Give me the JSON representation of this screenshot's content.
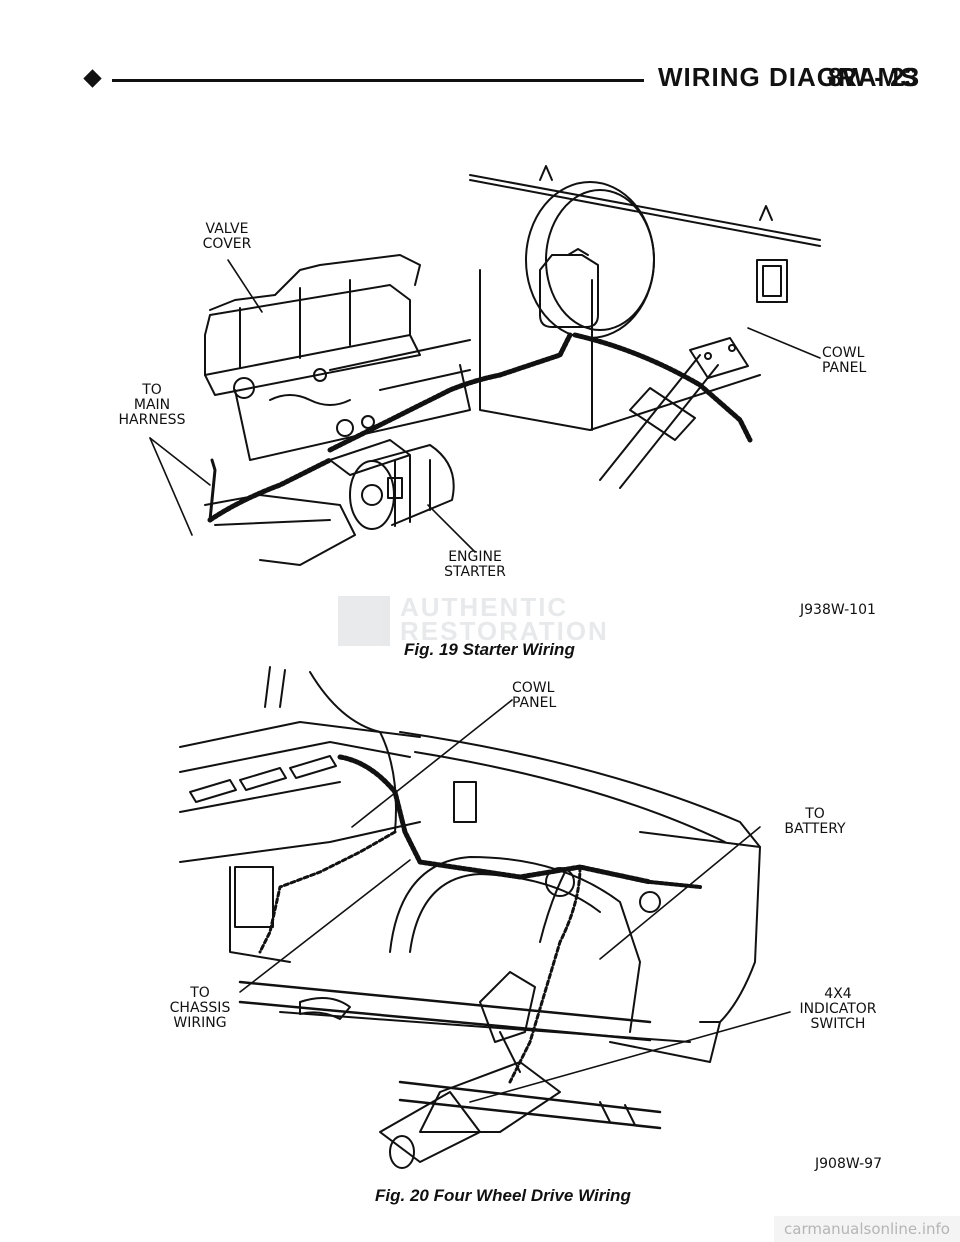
{
  "header": {
    "title": "WIRING DIAGRAMS",
    "section": "8W - 23"
  },
  "figure19": {
    "labels": {
      "valve_cover": "VALVE\nCOVER",
      "to_main_harness": "TO\nMAIN\nHARNESS",
      "cowl_panel": "COWL\nPANEL",
      "engine_starter": "ENGINE\nSTARTER"
    },
    "code": "J938W-101",
    "caption": "Fig. 19 Starter Wiring"
  },
  "figure20": {
    "labels": {
      "cowl_panel": "COWL\nPANEL",
      "to_battery": "TO\nBATTERY",
      "to_chassis_wiring": "TO\nCHASSIS\nWIRING",
      "indicator_switch": "4X4\nINDICATOR\nSWITCH"
    },
    "code": "J908W-97",
    "caption": "Fig. 20 Four Wheel Drive Wiring"
  },
  "watermark": {
    "line1": "AUTHENTIC",
    "line2": "RESTORATION"
  },
  "footer": {
    "site": "carmanualsonline.info"
  }
}
